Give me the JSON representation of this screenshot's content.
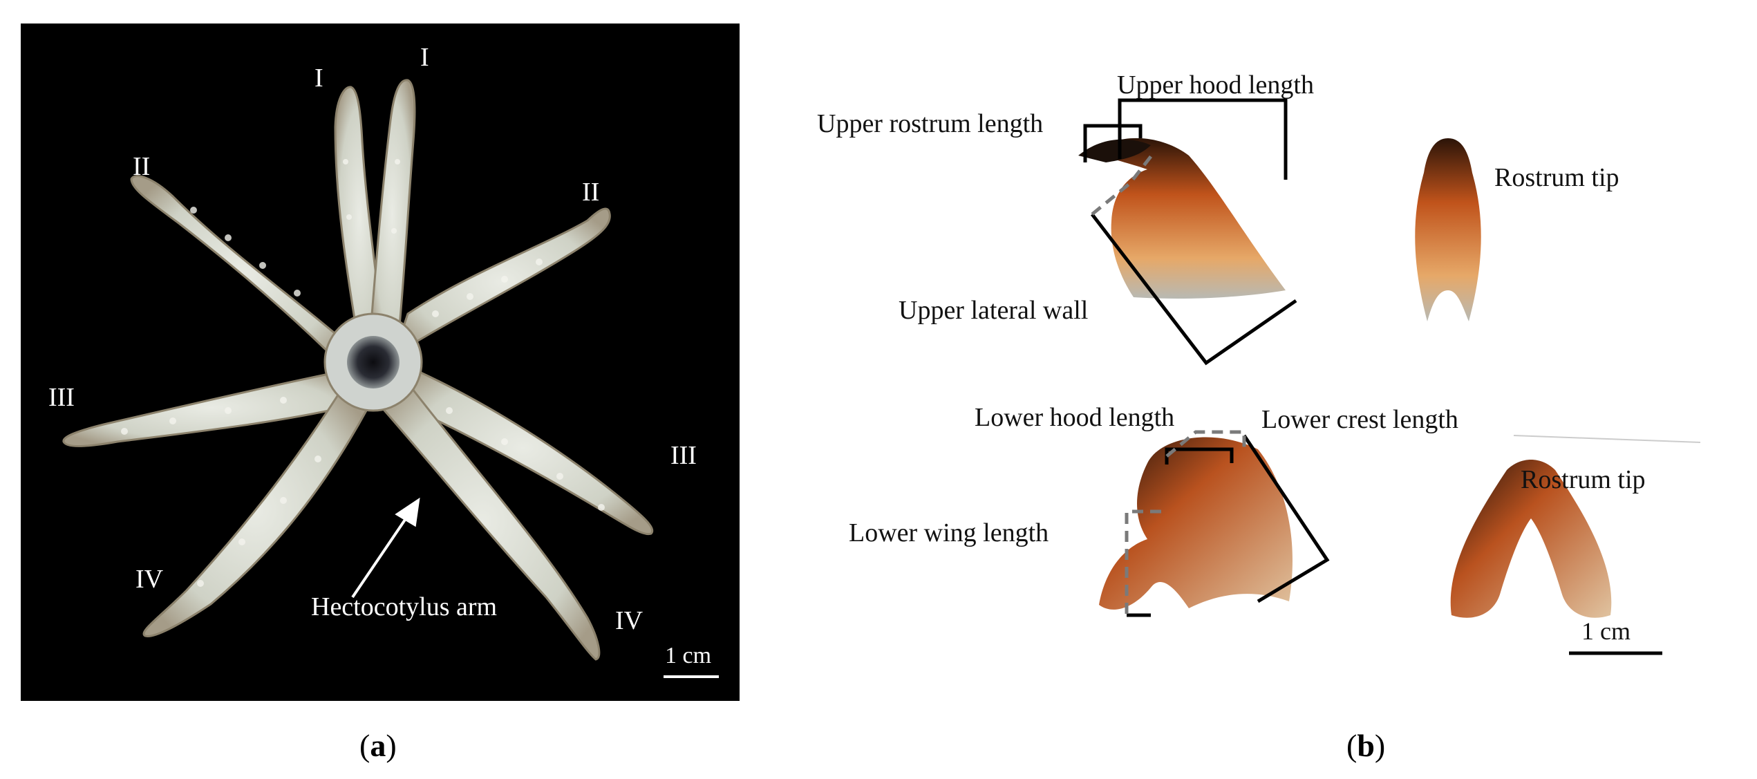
{
  "panel_a": {
    "arm_labels": {
      "I_left": "I",
      "I_right": "I",
      "II_left": "II",
      "II_right": "II",
      "III_left": "III",
      "III_right": "III",
      "IV_left": "IV",
      "IV_right": "IV"
    },
    "hectocotylus_label": "Hectocotylus arm",
    "scale_label": "1 cm"
  },
  "panel_b": {
    "upper_hood_length": "Upper hood length",
    "upper_rostrum_length": "Upper rostrum length",
    "upper_lateral_wall": "Upper lateral wall",
    "rostrum_tip_upper": "Rostrum tip",
    "lower_hood_length": "Lower hood length",
    "lower_crest_length": "Lower crest length",
    "lower_wing_length": "Lower wing length",
    "rostrum_tip_lower": "Rostrum tip",
    "scale_label": "1 cm"
  },
  "captions": {
    "a_open": "(",
    "a_letter": "a",
    "a_close": ")",
    "b_open": "(",
    "b_letter": "b",
    "b_close": ")"
  }
}
